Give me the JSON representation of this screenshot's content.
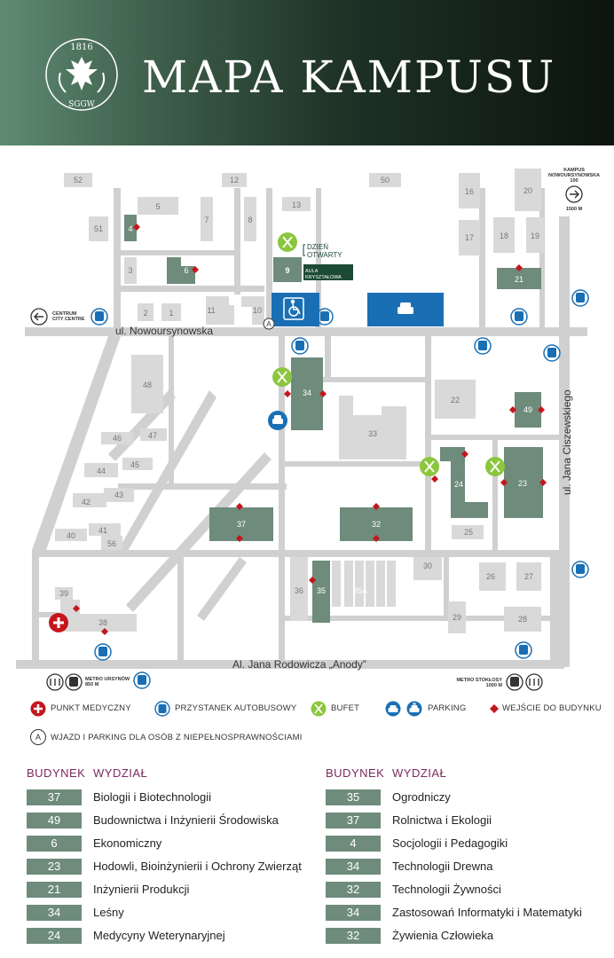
{
  "header": {
    "title": "MAPA KAMPUSU",
    "logo_year": "1816",
    "logo_text": "SGGW"
  },
  "map": {
    "streets": {
      "nowoursynowska": "ul. Nowoursynowska",
      "ciszewskiego": "ul. Jana Ciszewskiego",
      "rodowicza": "Al. Jana Rodowicza „Anody”"
    },
    "centrum": {
      "line1": "CENTRUM",
      "line2": "CITY CENTRE"
    },
    "kampus_nowoursynowska": {
      "line1": "KAMPUS",
      "line2": "NOWOURSYNOWSKA",
      "line3": "100",
      "line4": "1500 M"
    },
    "metro_ursynow": {
      "line1": "METRO URSYNÓW",
      "line2": "850 M"
    },
    "metro_stokłosy": {
      "line1": "METRO STOKŁOSY",
      "line2": "1000 M"
    },
    "dzien_otwarty": {
      "line1": "DZIEŃ",
      "line2": "OTWARTY"
    },
    "aula": {
      "line1": "AULA",
      "line2": "KRYSZTAŁOWA"
    },
    "buildings": [
      "52",
      "12",
      "50",
      "5",
      "7",
      "8",
      "13",
      "16",
      "20",
      "51",
      "4",
      "17",
      "18",
      "19",
      "3",
      "6",
      "9",
      "21",
      "2",
      "1",
      "11",
      "10",
      "48",
      "34",
      "22",
      "49",
      "33",
      "46",
      "47",
      "45",
      "44",
      "24",
      "23",
      "43",
      "42",
      "37",
      "32",
      "25",
      "40",
      "41",
      "56",
      "30",
      "36",
      "35",
      "35A",
      "26",
      "27",
      "39",
      "29",
      "38",
      "28"
    ],
    "accessible_marker": "A"
  },
  "legend": {
    "medical": "PUNKT MEDYCZNY",
    "bus": "PRZYSTANEK AUTOBUSOWY",
    "bufet": "BUFET",
    "parking": "PARKING",
    "entrance": "WEJŚCIE DO BUDYNKU",
    "accessible_letter": "A",
    "accessible": "WJAZD I PARKING DLA OSÓB Z NIEPEŁNOSPRAWNOŚCIAMI"
  },
  "colors": {
    "building_grey": "#d9d9d9",
    "building_green": "#6e8b7b",
    "road": "#d0d0d0",
    "bufet_green": "#8cc63f",
    "parking_blue": "#1a6fb4",
    "entrance_red": "#c4161c",
    "heading_purple": "#7a2a5e"
  },
  "faculties": {
    "headers": {
      "building": "BUDYNEK",
      "faculty": "WYDZIAŁ"
    },
    "left": [
      {
        "num": "37",
        "name": "Biologii i Biotechnologii"
      },
      {
        "num": "49",
        "name": "Budownictwa i Inżynierii Środowiska"
      },
      {
        "num": "6",
        "name": "Ekonomiczny"
      },
      {
        "num": "23",
        "name": "Hodowli, Bioinżynierii i Ochrony Zwierząt"
      },
      {
        "num": "21",
        "name": "Inżynierii Produkcji"
      },
      {
        "num": "34",
        "name": "Leśny"
      },
      {
        "num": "24",
        "name": "Medycyny Weterynaryjnej"
      }
    ],
    "right": [
      {
        "num": "35",
        "name": "Ogrodniczy"
      },
      {
        "num": "37",
        "name": "Rolnictwa i Ekologii"
      },
      {
        "num": "4",
        "name": "Socjologii i Pedagogiki"
      },
      {
        "num": "34",
        "name": "Technologii Drewna"
      },
      {
        "num": "32",
        "name": "Technologii Żywności"
      },
      {
        "num": "34",
        "name": "Zastosowań Informatyki i Matematyki"
      },
      {
        "num": "32",
        "name": "Żywienia Człowieka"
      }
    ]
  }
}
